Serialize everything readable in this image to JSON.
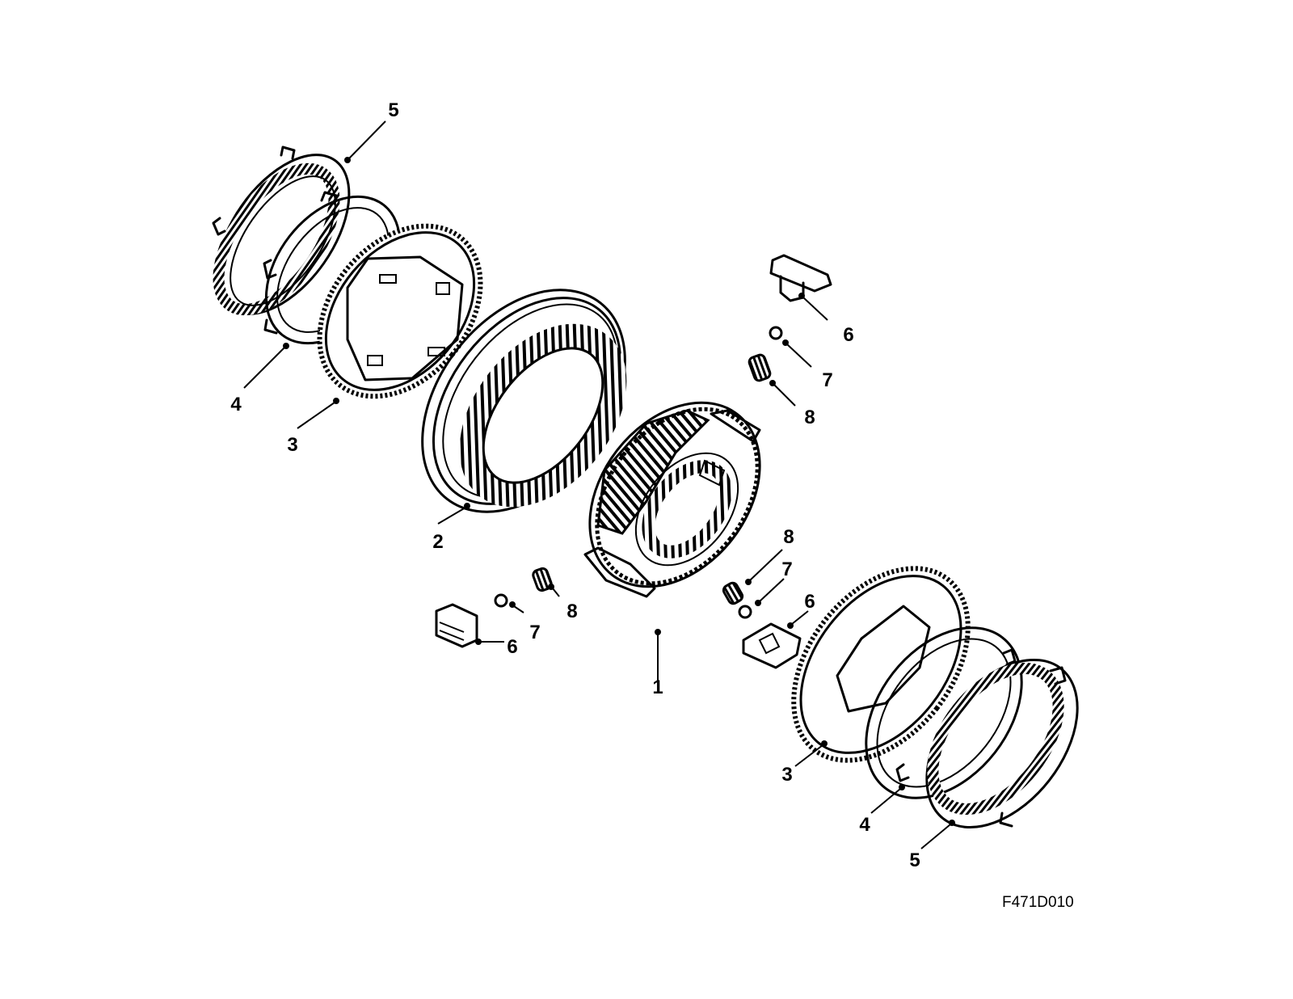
{
  "figure_id": "F471D010",
  "callouts": {
    "c1": "1",
    "c2": "2",
    "c3_top": "3",
    "c4_top": "4",
    "c5_top": "5",
    "c6_top": "6",
    "c7_top": "7",
    "c8_top": "8",
    "c6_left": "6",
    "c7_left": "7",
    "c8_left": "8",
    "c8_mid": "8",
    "c7_mid": "7",
    "c6_mid": "6",
    "c3_bottom": "3",
    "c4_bottom": "4",
    "c5_bottom": "5"
  }
}
